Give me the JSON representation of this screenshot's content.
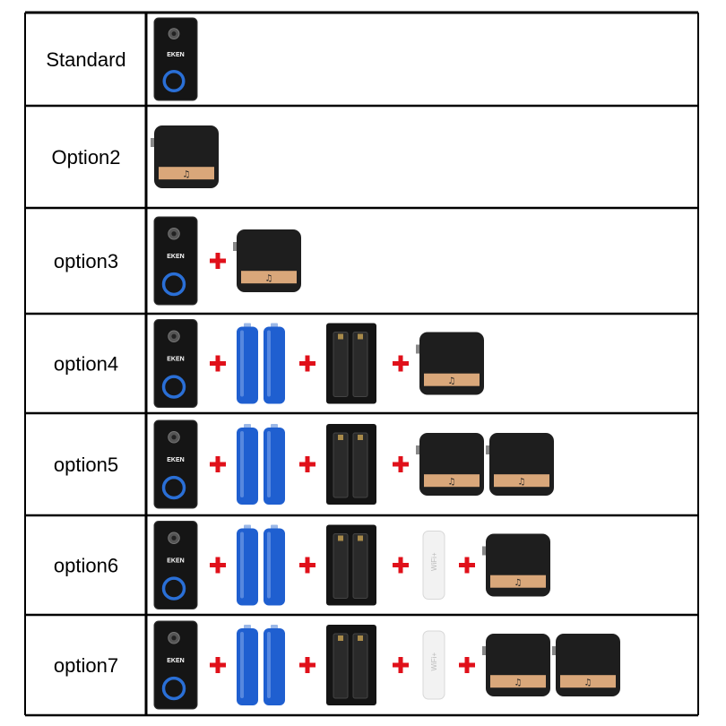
{
  "rows": [
    {
      "label": "Standard",
      "items": [
        "doorbell"
      ]
    },
    {
      "label": "Option2",
      "items": [
        "chime"
      ]
    },
    {
      "label": "option3",
      "items": [
        "doorbell",
        "plus",
        "chime"
      ]
    },
    {
      "label": "option4",
      "items": [
        "doorbell",
        "plus",
        "batteries",
        "plus",
        "charger",
        "plus",
        "chime"
      ]
    },
    {
      "label": "option5",
      "items": [
        "doorbell",
        "plus",
        "batteries",
        "plus",
        "charger",
        "plus",
        "chime",
        "chime"
      ]
    },
    {
      "label": "option6",
      "items": [
        "doorbell",
        "plus",
        "batteries",
        "plus",
        "charger",
        "plus",
        "wifi-repeater",
        "plus",
        "chime"
      ]
    },
    {
      "label": "option7",
      "items": [
        "doorbell",
        "plus",
        "batteries",
        "plus",
        "charger",
        "plus",
        "wifi-repeater",
        "plus",
        "chime",
        "chime"
      ]
    }
  ],
  "doorbell_brand": "EKEN",
  "repeater_text": "WiFi+",
  "colors": {
    "plus": "#e0101a",
    "doorbell_ring": "#2a6fd6",
    "chime_strip": "#d9a77a",
    "battery": "#1f5fd0"
  }
}
